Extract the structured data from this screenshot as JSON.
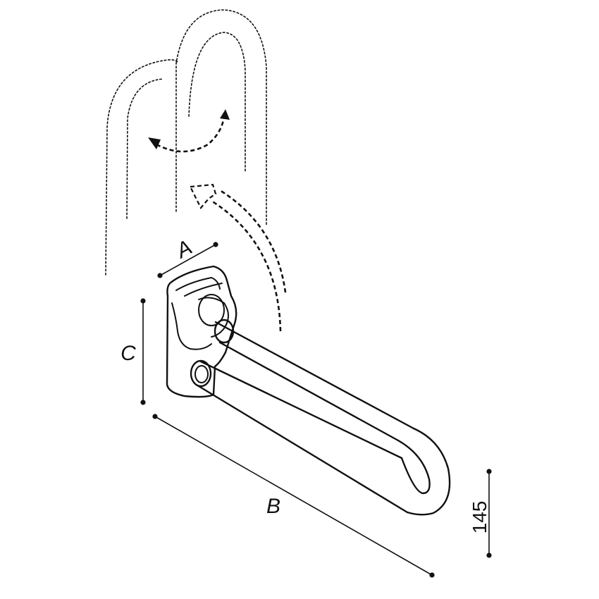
{
  "labels": {
    "A": "A",
    "B": "B",
    "C": "C",
    "depth": "145"
  },
  "colors": {
    "line": "#111111",
    "background": "#ffffff"
  }
}
